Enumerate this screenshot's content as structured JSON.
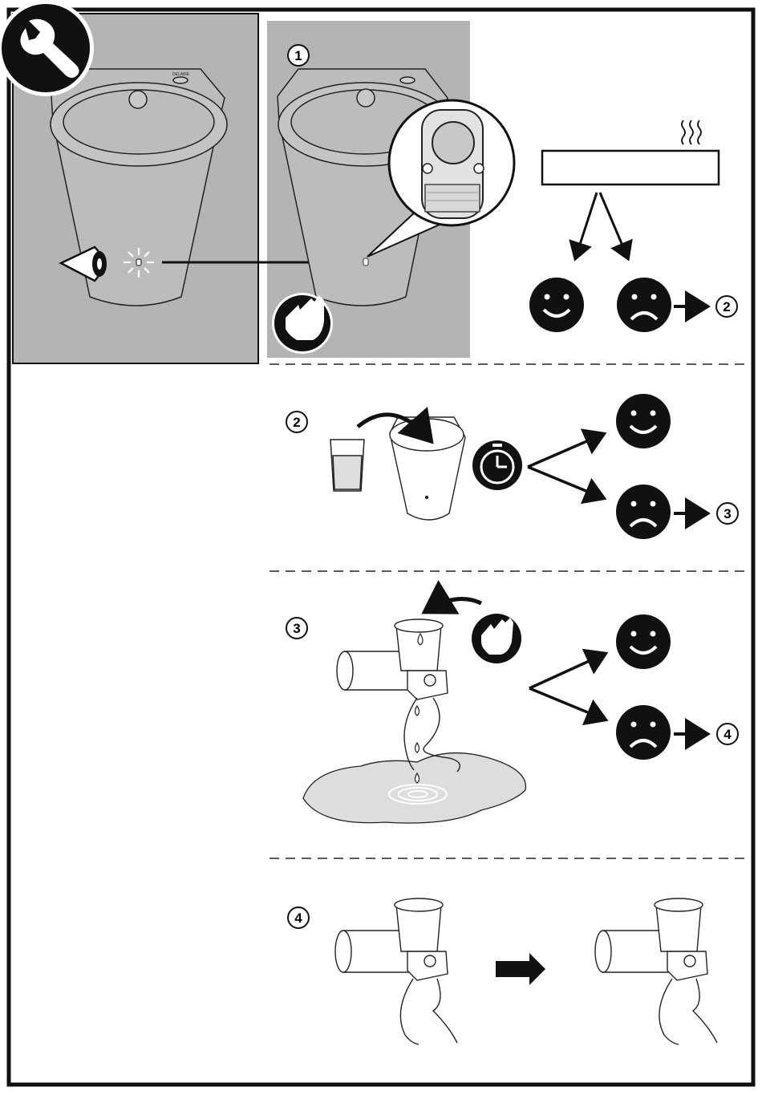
{
  "steps": {
    "step1": "1",
    "step2": "2",
    "step3": "3",
    "step4": "4"
  },
  "outcomes": {
    "panel1_next": "2",
    "panel2_next": "3",
    "panel3_next": "4"
  },
  "brand_mark": "DELABIE",
  "colors": {
    "frame": "#111111",
    "panel_grey": "#b4b4b4",
    "icon_black": "#1a1a1a",
    "white": "#ffffff"
  },
  "icons": [
    "wrench-icon",
    "eye-icon",
    "hand-icon",
    "clock-icon",
    "wipe-hand-icon",
    "smiley-face-icon",
    "sad-face-icon"
  ]
}
